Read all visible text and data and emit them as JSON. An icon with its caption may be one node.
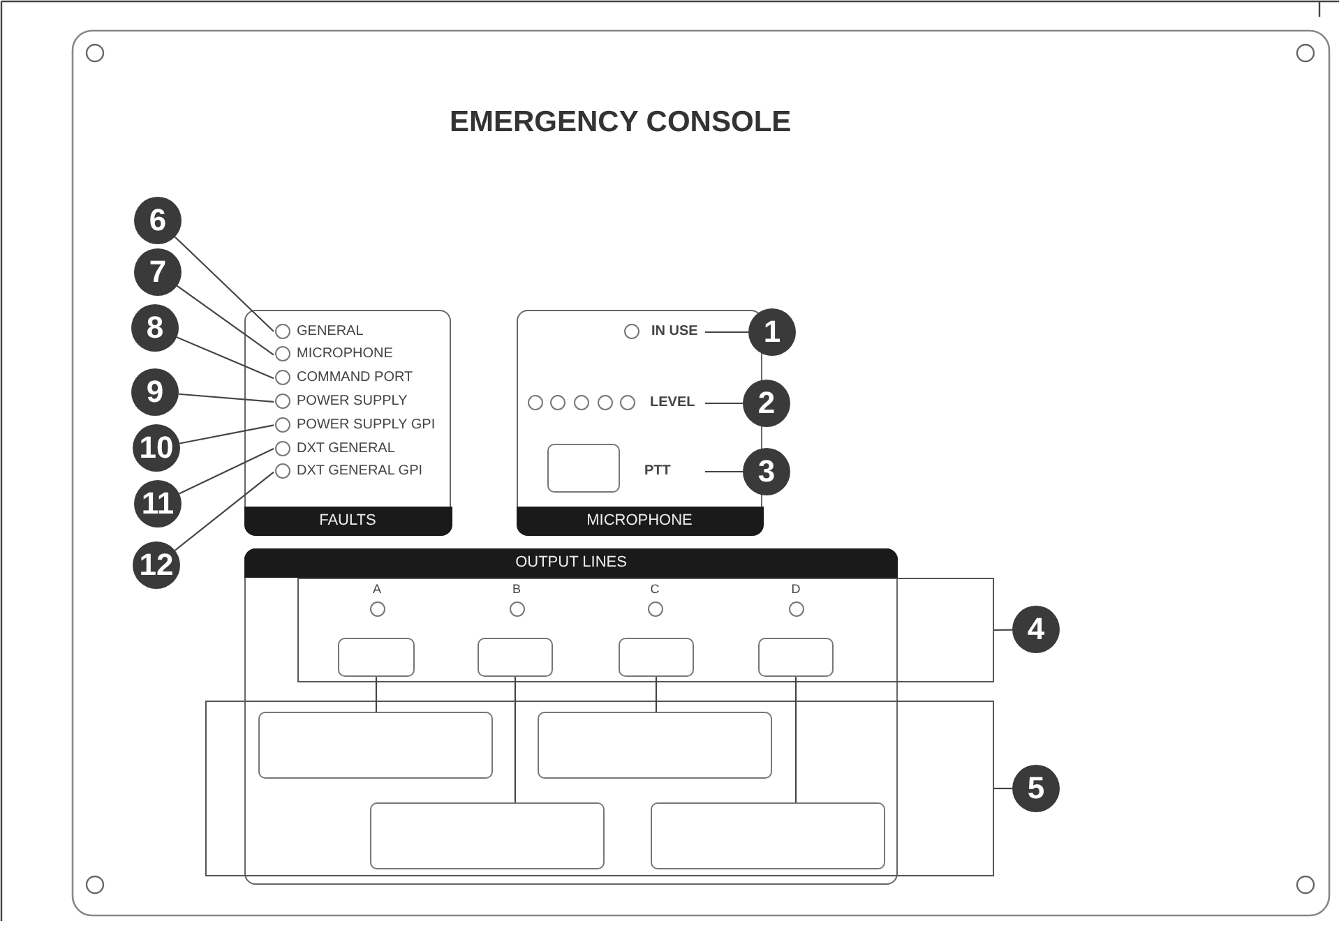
{
  "diagram": {
    "title": "EMERGENCY CONSOLE",
    "nodes": [
      {
        "text": [
          "FAULTS"
        ]
      },
      {
        "text": [
          "GENERAL"
        ],
        "in": 0
      },
      {
        "text": [
          "MICROPHONE"
        ],
        "in": 0
      },
      {
        "text": [
          "COMMAND PORT"
        ],
        "in": 0
      },
      {
        "text": [
          "POWER SUPPLY"
        ],
        "in": 0
      },
      {
        "text": [
          "POWER SUPPLY GPI"
        ],
        "in": 0
      },
      {
        "text": [
          "DXT GENERAL"
        ],
        "in": 0
      },
      {
        "text": [
          "DXT GENERAL GPI"
        ],
        "in": 0
      },
      {
        "text": [
          "MICROPHONE"
        ]
      },
      {
        "text": [
          "IN USE"
        ],
        "in": 8
      },
      {
        "text": [
          "LEVEL"
        ],
        "in": 8
      },
      {
        "text": [
          "PTT"
        ],
        "in": 8
      },
      {
        "text": [
          "OUTPUT LINES"
        ]
      },
      {
        "text": [],
        "shape": "box"
      },
      {
        "text": [],
        "shape": "box"
      },
      {
        "text": [],
        "shape": "box",
        "in": 13
      },
      {
        "text": [],
        "shape": "box",
        "in": 13
      },
      {
        "text": [],
        "shape": "box",
        "in": 13
      },
      {
        "text": [],
        "shape": "box",
        "in": 13
      },
      {
        "text": [],
        "shape": "box",
        "in": 14
      },
      {
        "text": [],
        "shape": "box",
        "in": 14
      },
      {
        "text": [],
        "shape": "box",
        "in": 14
      },
      {
        "text": [],
        "shape": "box",
        "in": 14
      },
      {
        "text": [
          "1"
        ]
      },
      {
        "text": [
          "2"
        ]
      },
      {
        "text": [
          "3"
        ]
      },
      {
        "text": [
          "4"
        ]
      },
      {
        "text": [
          "5"
        ]
      },
      {
        "text": [
          "6"
        ]
      },
      {
        "text": [
          "7"
        ]
      },
      {
        "text": [
          "8"
        ]
      },
      {
        "text": [
          "9"
        ]
      },
      {
        "text": [
          "10"
        ]
      },
      {
        "text": [
          "11"
        ]
      },
      {
        "text": [
          "12"
        ]
      }
    ],
    "edges": [
      {
        "from": 23,
        "to": 9,
        "arrow": "none"
      },
      {
        "from": 24,
        "to": 10,
        "arrow": "none"
      },
      {
        "from": 25,
        "to": 11,
        "arrow": "none"
      },
      {
        "from": 26,
        "to": 13,
        "arrow": "none"
      },
      {
        "from": 27,
        "to": 14,
        "arrow": "none"
      },
      {
        "from": 28,
        "to": 1,
        "arrow": "none"
      },
      {
        "from": 29,
        "to": 2,
        "arrow": "none"
      },
      {
        "from": 30,
        "to": 3,
        "arrow": "none"
      },
      {
        "from": 31,
        "to": 4,
        "arrow": "none"
      },
      {
        "from": 32,
        "to": 5,
        "arrow": "none"
      },
      {
        "from": 33,
        "to": 6,
        "arrow": "none"
      },
      {
        "from": 34,
        "to": 7,
        "arrow": "none"
      },
      {
        "from": 15,
        "to": 19,
        "arrow": "none"
      },
      {
        "from": 16,
        "to": 21,
        "arrow": "none"
      },
      {
        "from": 17,
        "to": 20,
        "arrow": "none"
      },
      {
        "from": 18,
        "to": 22,
        "arrow": "none"
      }
    ],
    "labels": [
      "A",
      "B",
      "C",
      "D"
    ]
  }
}
